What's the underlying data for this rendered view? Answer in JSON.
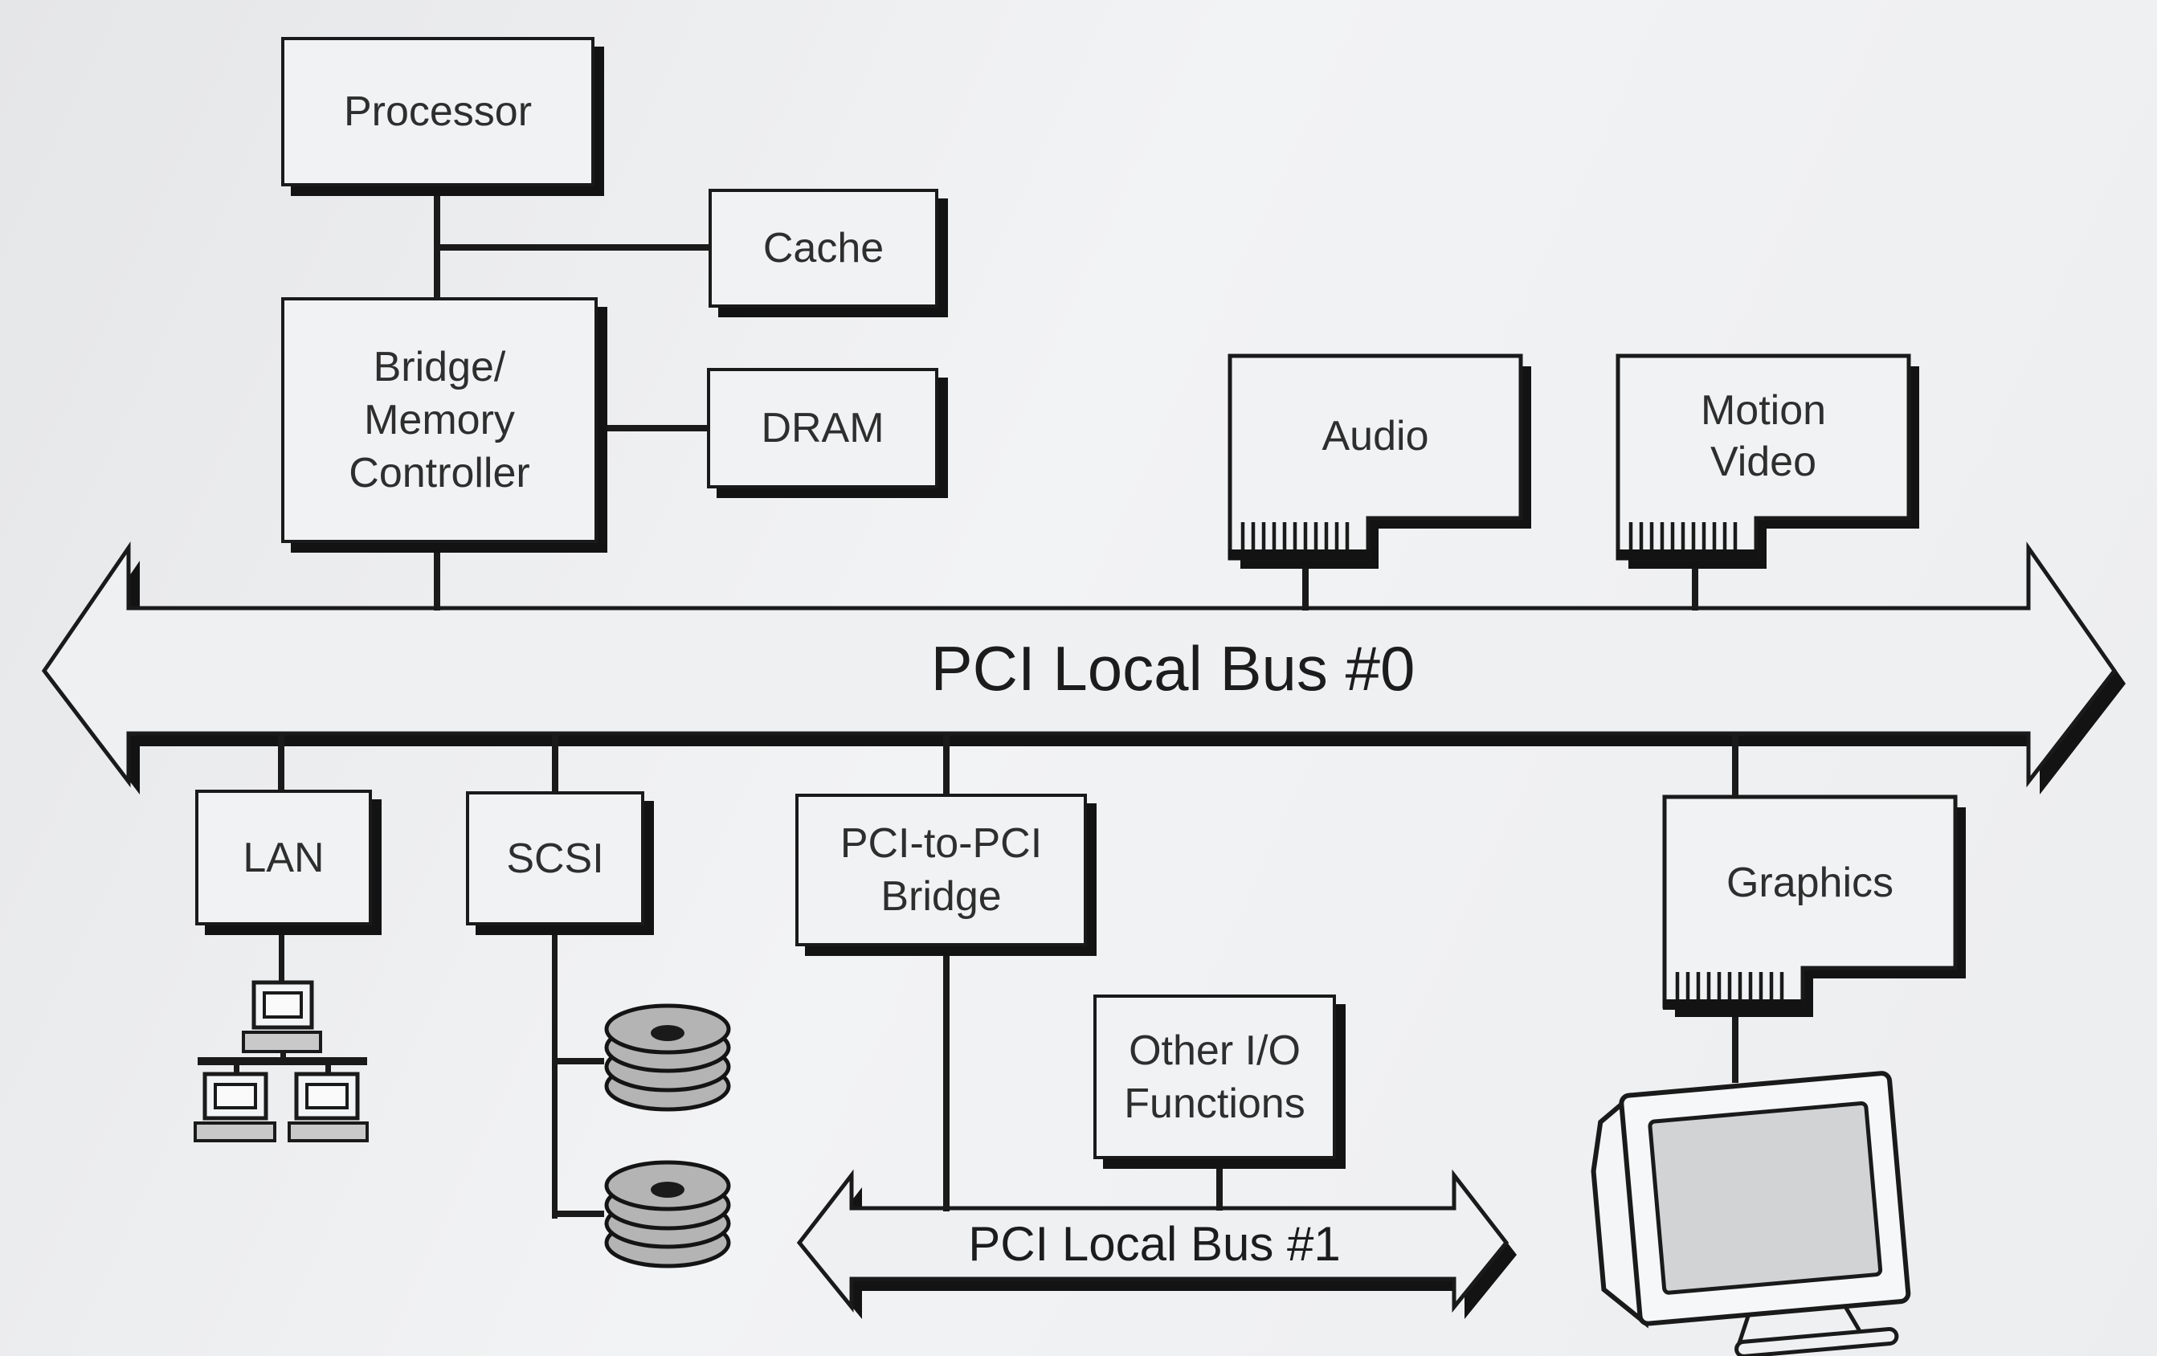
{
  "title": "PCI Local Bus architecture diagram",
  "boxes": {
    "processor": {
      "label": "Processor"
    },
    "cache": {
      "label": "Cache"
    },
    "bridge_memory_controller": {
      "lines": [
        "Bridge/",
        "Memory",
        "Controller"
      ]
    },
    "dram": {
      "label": "DRAM"
    },
    "lan": {
      "label": "LAN"
    },
    "scsi": {
      "label": "SCSI"
    },
    "pci_to_pci_bridge": {
      "lines": [
        "PCI-to-PCI",
        "Bridge"
      ]
    },
    "other_io": {
      "lines": [
        "Other I/O",
        "Functions"
      ]
    },
    "audio": {
      "label": "Audio"
    },
    "motion_video": {
      "lines": [
        "Motion",
        "Video"
      ]
    },
    "graphics": {
      "label": "Graphics"
    }
  },
  "buses": {
    "bus0": {
      "label": "PCI Local Bus #0"
    },
    "bus1": {
      "label": "PCI Local Bus #1"
    }
  },
  "icons": {
    "lan_network": "network-computers-icon",
    "scsi_disks": "disk-stack-icon",
    "graphics_monitor": "crt-monitor-icon"
  },
  "colors": {
    "background": "#ecedef",
    "box_fill": "#f1f2f3",
    "outline": "#1a1a1a",
    "shadow": "#131313",
    "platter_gray": "#b4b4b4",
    "base_gray": "#c9c9c9",
    "screen_gray": "#d2d3d5"
  }
}
